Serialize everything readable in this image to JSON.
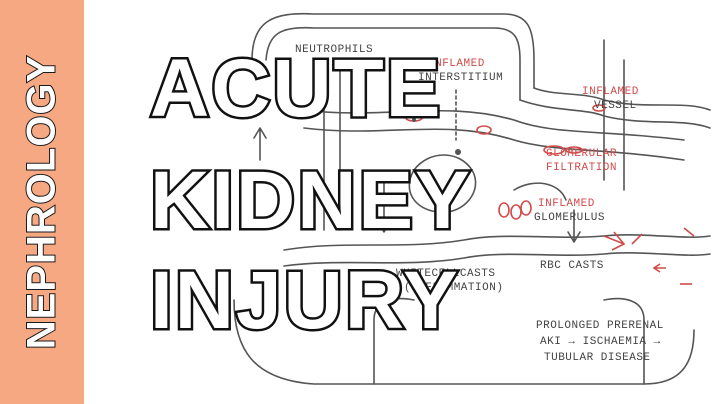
{
  "sidebar": {
    "label": "NEPHROLOGY"
  },
  "title": {
    "line1": "ACUTE",
    "line2": "KIDNEY",
    "line3": "INJURY"
  },
  "notes": {
    "neutrophils": "NEUTROPHILS",
    "inflamed_interstitium_1": "INFLAMED",
    "inflamed_interstitium_2": "INTERSTITIUM",
    "inflamed_vessel_1": "INFLAMED",
    "inflamed_vessel_2": "VESSEL",
    "glomerular_filtration_1": "GLOMERULAR",
    "glomerular_filtration_2": "FILTRATION",
    "inflamed_glomerulus_1": "INFLAMED",
    "inflamed_glomerulus_2": "GLOMERULUS",
    "rbc_casts": "RBC CASTS",
    "white_cell_casts_1": "WHITECELLCASTS",
    "white_cell_casts_2": "(INFLAMMATION)",
    "prolonged_1": "PROLONGED PRERENAL",
    "prolonged_2": "AKI → ISCHAEMIA →",
    "prolonged_3": "TUBULAR DISEASE"
  },
  "colors": {
    "sidebar": "#f6a882",
    "sketch_red": "#d24a4a",
    "sketch_line": "#555555"
  }
}
